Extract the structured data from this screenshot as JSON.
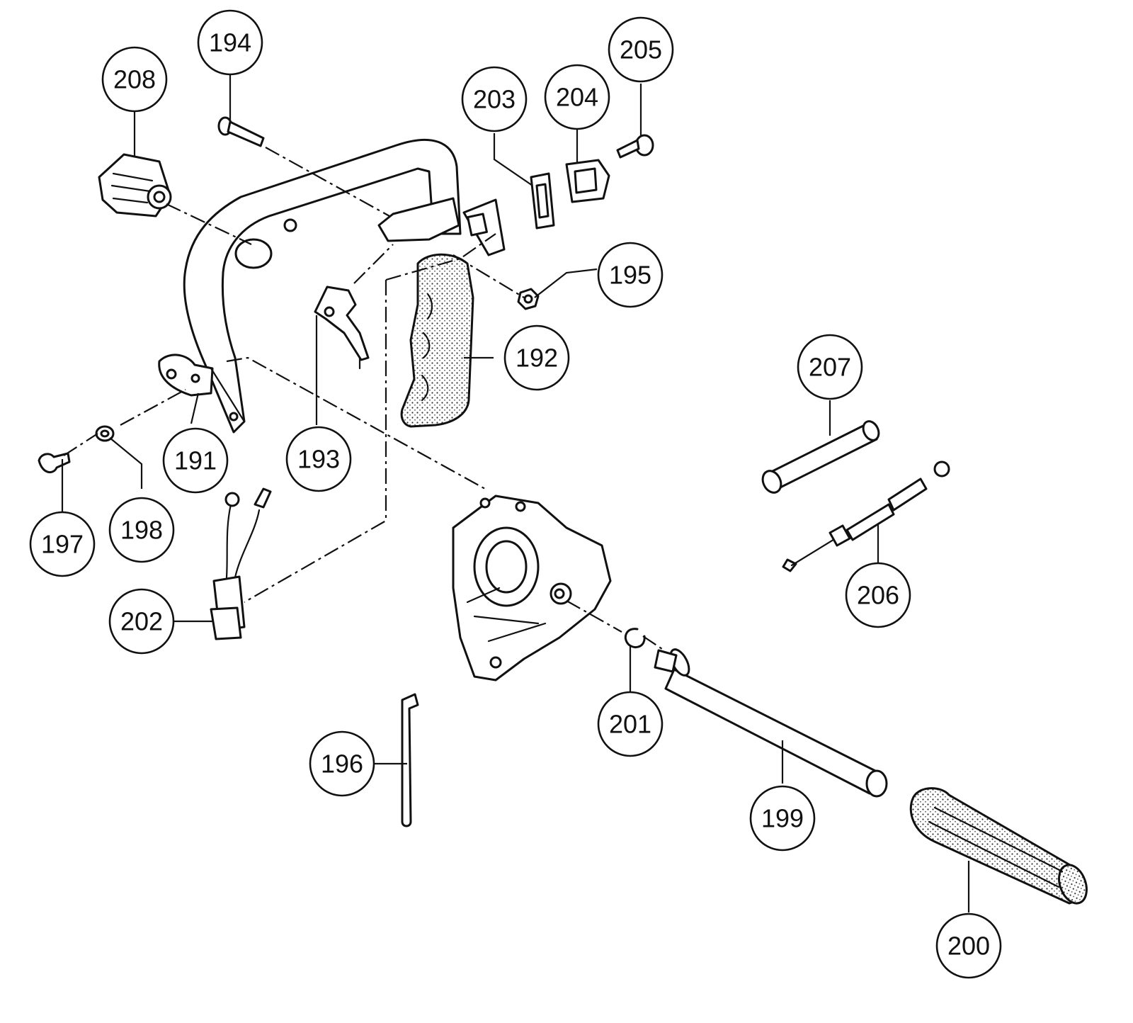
{
  "callouts": [
    {
      "id": "191",
      "label": "191"
    },
    {
      "id": "192",
      "label": "192"
    },
    {
      "id": "193",
      "label": "193"
    },
    {
      "id": "194",
      "label": "194"
    },
    {
      "id": "195",
      "label": "195"
    },
    {
      "id": "196",
      "label": "196"
    },
    {
      "id": "197",
      "label": "197"
    },
    {
      "id": "198",
      "label": "198"
    },
    {
      "id": "199",
      "label": "199"
    },
    {
      "id": "200",
      "label": "200"
    },
    {
      "id": "201",
      "label": "201"
    },
    {
      "id": "202",
      "label": "202"
    },
    {
      "id": "203",
      "label": "203"
    },
    {
      "id": "204",
      "label": "204"
    },
    {
      "id": "205",
      "label": "205"
    },
    {
      "id": "206",
      "label": "206"
    },
    {
      "id": "207",
      "label": "207"
    },
    {
      "id": "208",
      "label": "208"
    }
  ]
}
